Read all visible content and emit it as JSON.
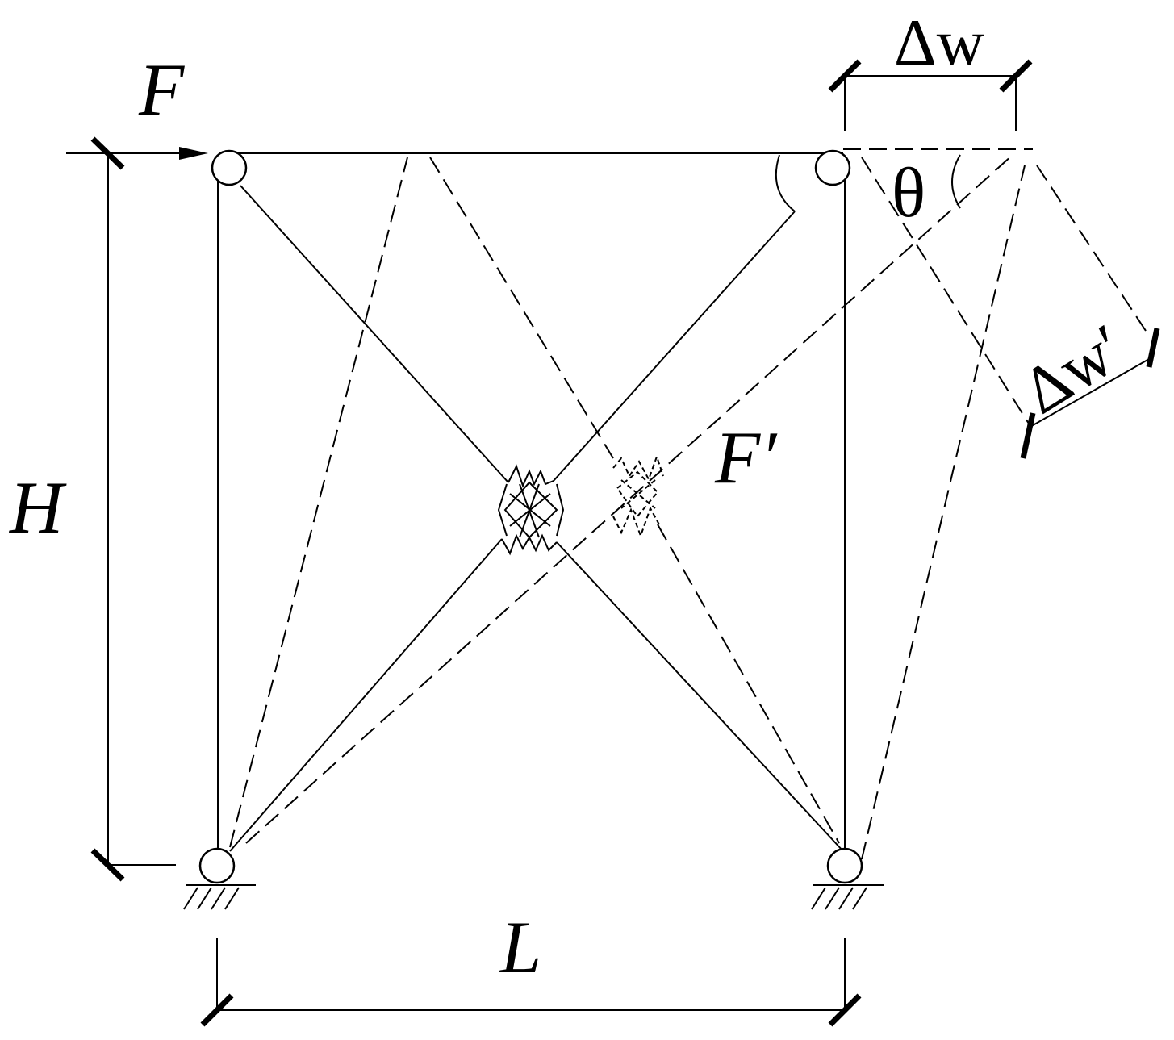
{
  "labels": {
    "force": "F",
    "force_prime": "F′",
    "height": "H",
    "length": "L",
    "delta_w": "Δw",
    "delta_w_prime": "Δw′",
    "theta": "θ"
  }
}
